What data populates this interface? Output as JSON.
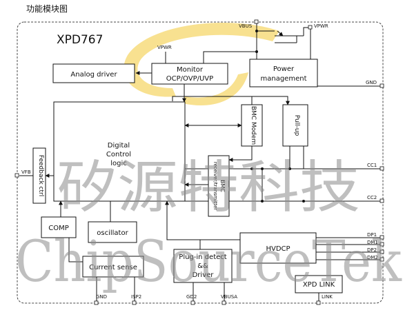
{
  "heading": "功能模块图",
  "chip_name": "XPD767",
  "blocks": {
    "analog_driver": "Analog driver",
    "monitor_line1": "Monitor",
    "monitor_line2": "OCP/OVP/UVP",
    "power_line1": "Power",
    "power_line2": "management",
    "digital_line1": "Digital",
    "digital_line2": "Control",
    "digital_line3": "logic",
    "bmc_modem": "BMC Modem",
    "pull_up": "Pull-up",
    "bmc_tx_line1": "BMC",
    "bmc_tx_line2": "receiver/transmitter",
    "feedback_ctrl": "Feedback ctrl",
    "comp": "COMP",
    "oscillator": "oscillator",
    "hvdcp": "HVDCP",
    "current_sense": "Current sense",
    "plugin_line1": "Plug-in detect",
    "plugin_line2": "&&",
    "plugin_line3": "Driver",
    "xpd_link": "XPD LINK"
  },
  "pins": {
    "vbus": "VBUS",
    "vpwr_top": "VPWR",
    "vpwr_monitor": "VPWR",
    "gnd_right": "GND",
    "cc1": "CC1",
    "cc2": "CC2",
    "dp1": "DP1",
    "dm1": "DM1",
    "dp2": "DP2",
    "dm2": "DM2",
    "vfb": "VFB",
    "gnd_bottom": "GND",
    "isp2": "ISP2",
    "gd2": "GD2",
    "vbusa": "VBUSA",
    "link": "LINK"
  },
  "watermark": {
    "cn": "矽源特科技",
    "en": "ChipSourceTek"
  },
  "colors": {
    "line": "#111111",
    "watermark": "#8c8c8c",
    "logo_yellow": "#f6d76b"
  }
}
